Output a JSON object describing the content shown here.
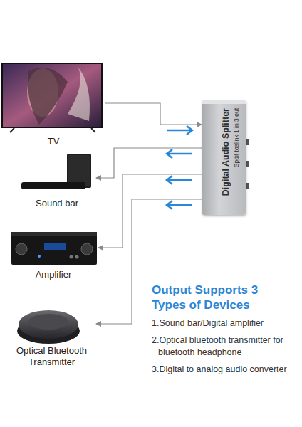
{
  "diagram": {
    "nodes": [
      {
        "text": [
          "TV"
        ]
      },
      {
        "text": [
          "Digital Audio Splitter",
          "Spdif toslink 1 in 3 out"
        ]
      },
      {
        "text": [
          "Sound bar"
        ]
      },
      {
        "text": [
          "Amplifier"
        ]
      },
      {
        "text": [
          "Optical Bluetooth Transmitter"
        ]
      }
    ],
    "edges": [
      {
        "from": 0,
        "to": 1,
        "arrow": "to"
      },
      {
        "from": 1,
        "to": 2,
        "arrow": "to"
      },
      {
        "from": 1,
        "to": 3,
        "arrow": "to"
      },
      {
        "from": 1,
        "to": 4,
        "arrow": "to"
      }
    ],
    "labels": [
      "Output Supports 3 Types of Devices",
      "1.Sound bar/Digital amplifier",
      "2.Optical bluetooth transmitter for bluetooth headphone",
      "3.Digital to analog audio converter"
    ]
  }
}
